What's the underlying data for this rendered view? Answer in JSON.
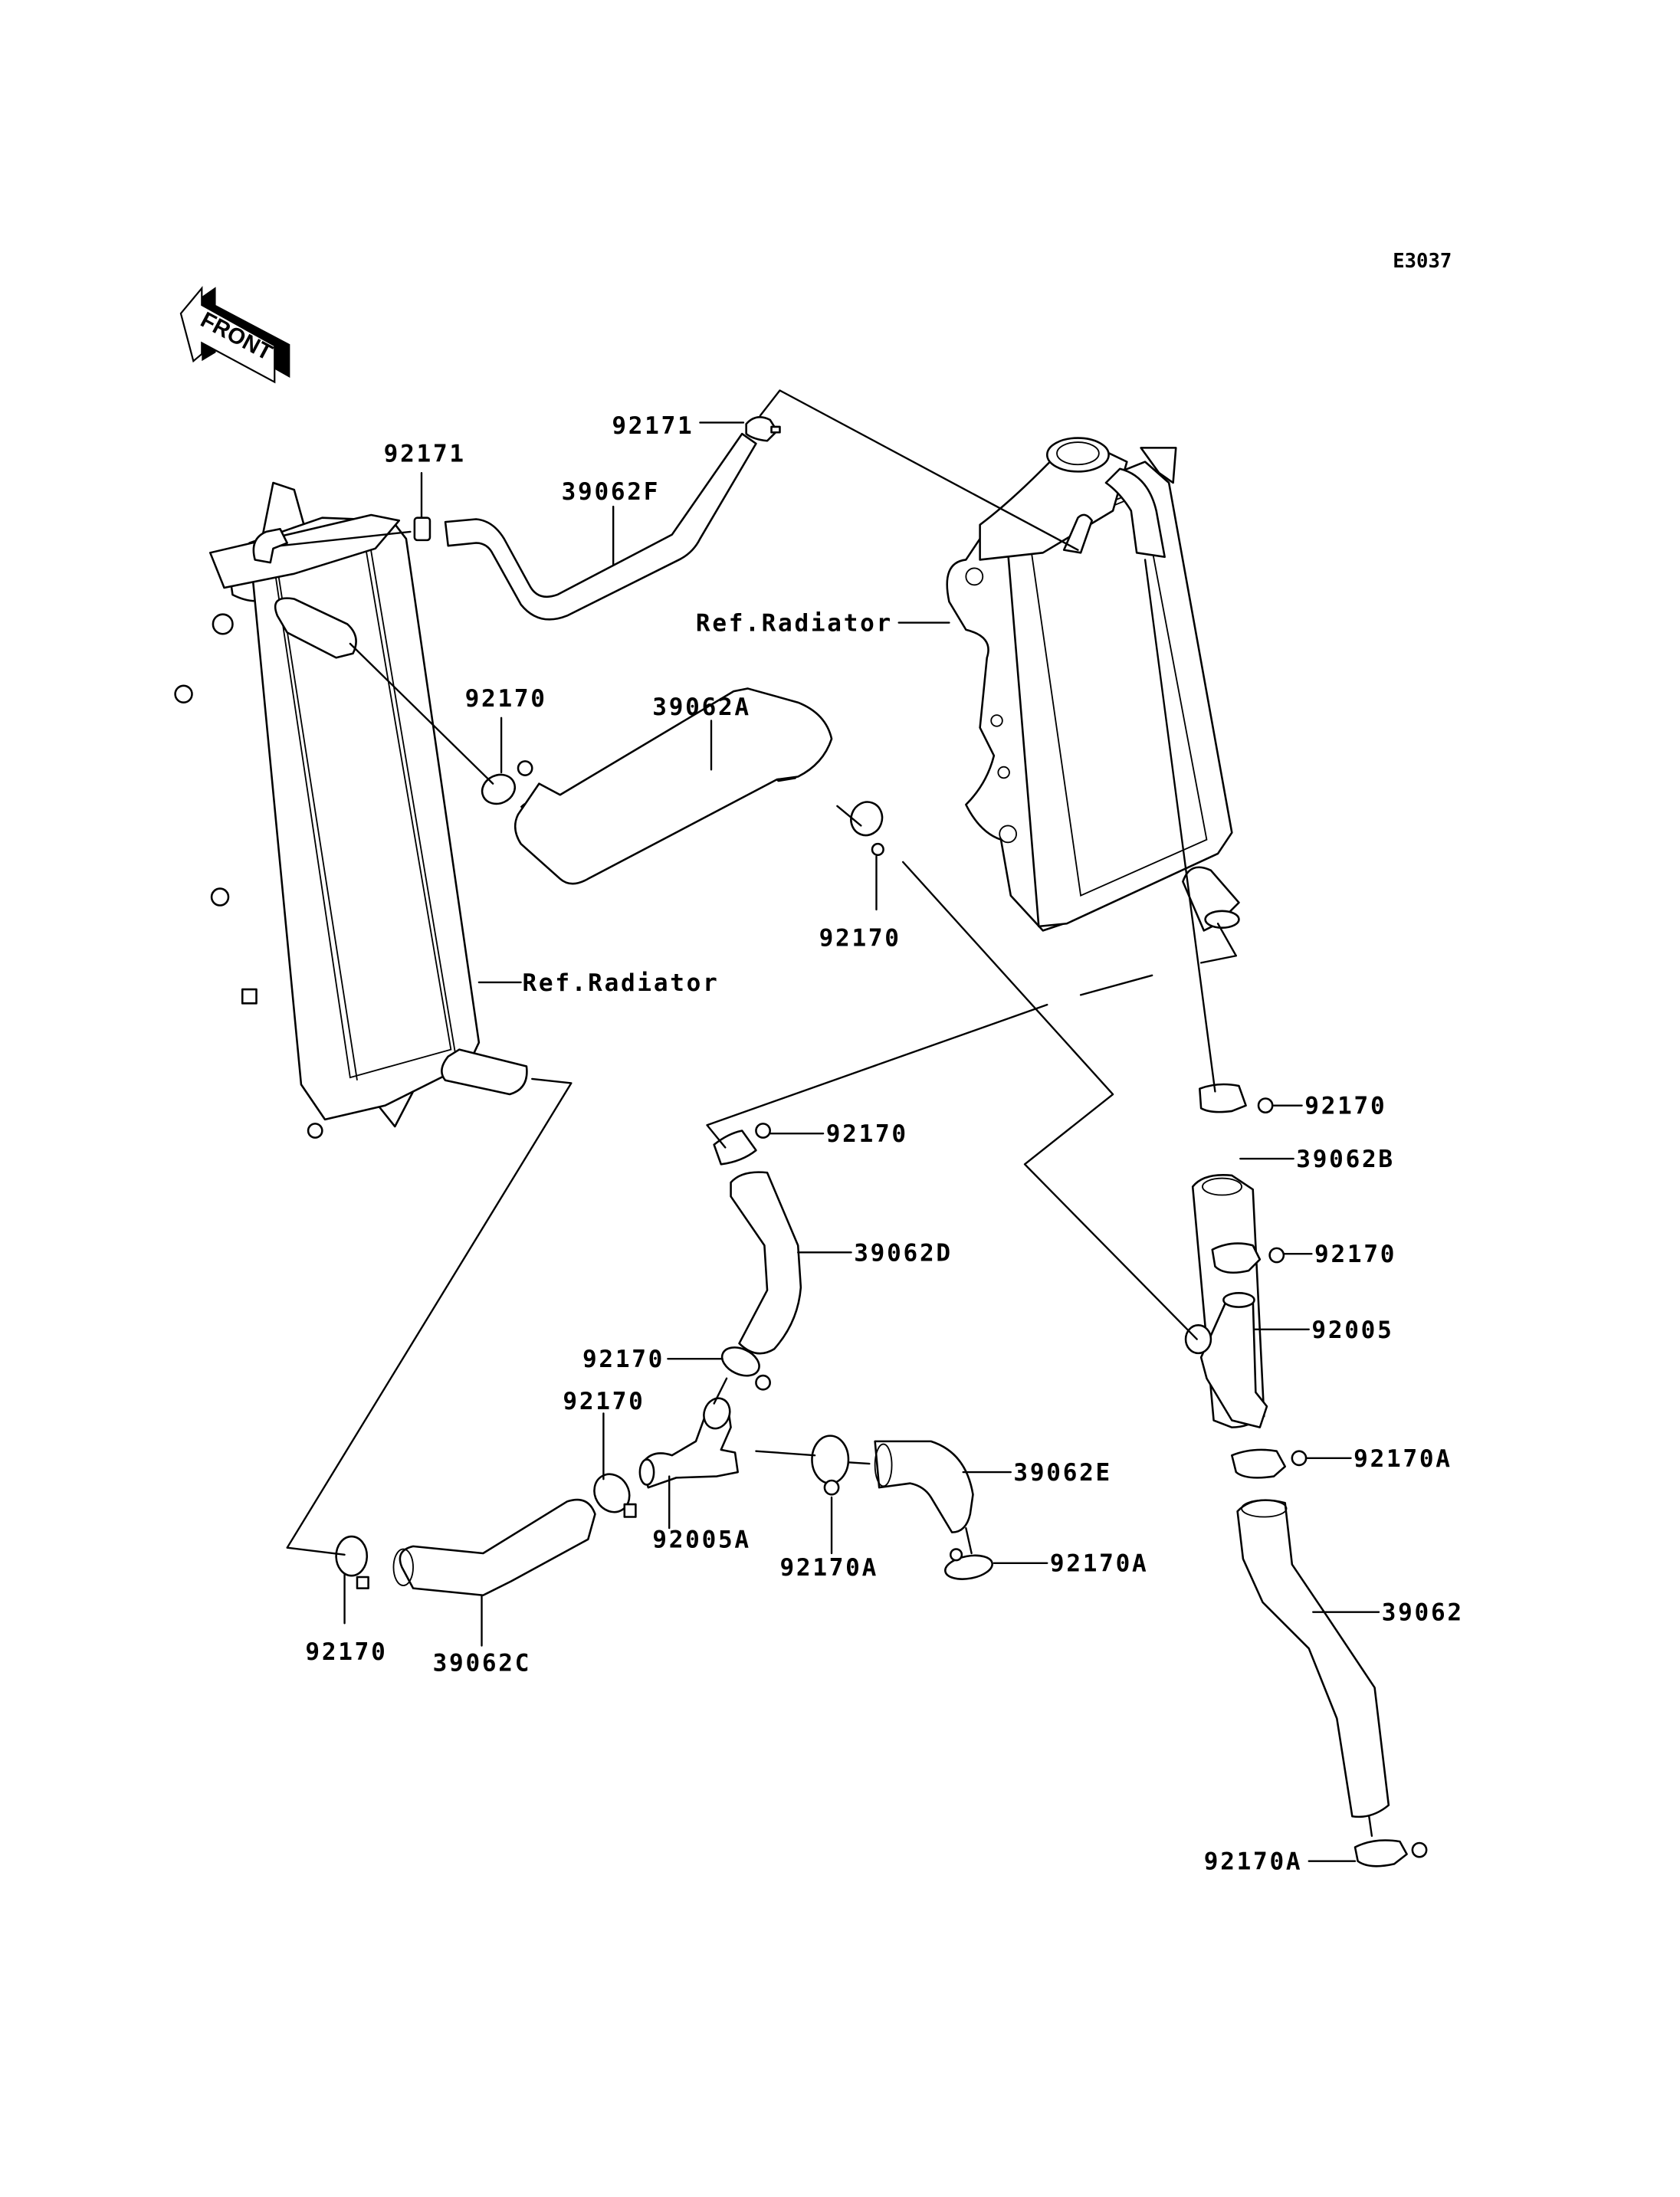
{
  "diagram": {
    "title": "Radiator Hoses",
    "code": "E3037",
    "front_label": "FRONT",
    "parts": [
      {
        "id": "92171-top-left",
        "label": "92171"
      },
      {
        "id": "92171-top",
        "label": "92171"
      },
      {
        "id": "39062F",
        "label": "39062F"
      },
      {
        "id": "92170-left-upper",
        "label": "92170"
      },
      {
        "id": "39062A",
        "label": "39062A"
      },
      {
        "id": "92170-mid",
        "label": "92170"
      },
      {
        "id": "ref-radiator-right",
        "label": "Ref.Radiator"
      },
      {
        "id": "ref-radiator-left",
        "label": "Ref.Radiator"
      },
      {
        "id": "92170-right-1",
        "label": "92170"
      },
      {
        "id": "39062B",
        "label": "39062B"
      },
      {
        "id": "92170-right-2",
        "label": "92170"
      },
      {
        "id": "92005",
        "label": "92005"
      },
      {
        "id": "92170-center",
        "label": "92170"
      },
      {
        "id": "39062D",
        "label": "39062D"
      },
      {
        "id": "92170-center-2",
        "label": "92170"
      },
      {
        "id": "92170-center-3",
        "label": "92170"
      },
      {
        "id": "92005A",
        "label": "92005A"
      },
      {
        "id": "92170A-center",
        "label": "92170A"
      },
      {
        "id": "39062E",
        "label": "39062E"
      },
      {
        "id": "92170A-lower",
        "label": "92170A"
      },
      {
        "id": "92170A-right",
        "label": "92170A"
      },
      {
        "id": "39062",
        "label": "39062"
      },
      {
        "id": "92170A-bottom",
        "label": "92170A"
      },
      {
        "id": "92170-bottom-left",
        "label": "92170"
      },
      {
        "id": "39062C",
        "label": "39062C"
      }
    ]
  }
}
